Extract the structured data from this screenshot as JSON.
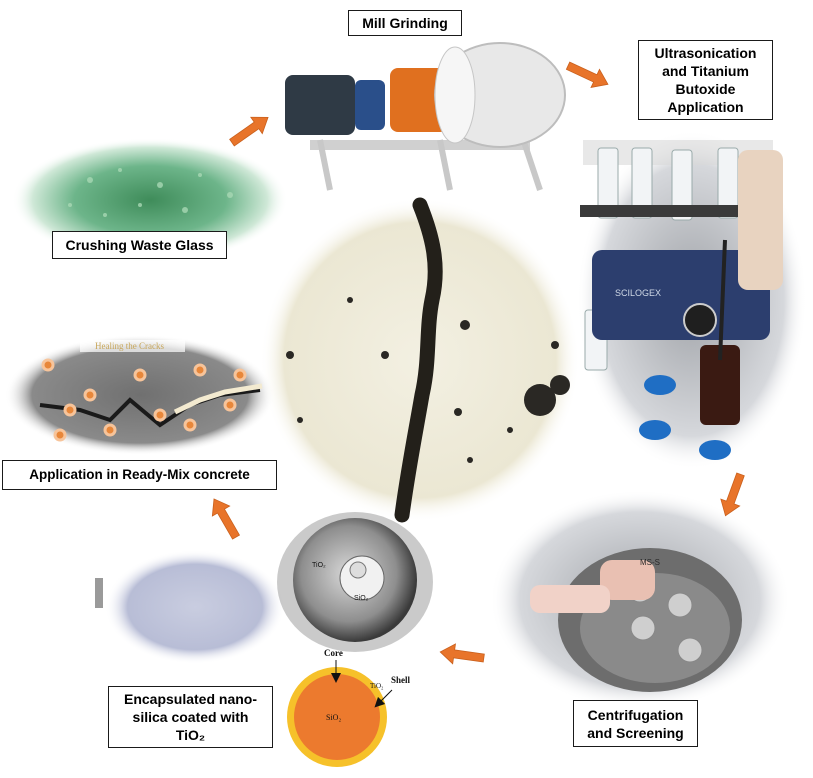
{
  "labels": {
    "mill_grinding": "Mill Grinding",
    "ultrasonication": "Ultrasonication\nand Titanium\nButoxide\nApplication",
    "crushing": "Crushing Waste Glass",
    "application": "Application in Ready-Mix concrete",
    "encapsulated": "Encapsulated nano-\nsilica coated with\nTiO₂",
    "centrifugation": "Centrifugation\nand Screening"
  },
  "diagram_text": {
    "core": "Core",
    "shell": "Shell",
    "tio2": "TiO₂",
    "sio2": "SiO₂",
    "sem_tio2": "TiO₂",
    "sem_sio2": "SiO₂",
    "healing": "Healing the Cracks",
    "centrifuge_brand": "SCILOGEX",
    "centrifuge_model": "MS-S"
  },
  "colors": {
    "arrow": "#e8742a",
    "core": "#ec7a2e",
    "shell": "#f6c12a",
    "glass": "#4c9a63",
    "concrete": "#6c6c6c"
  }
}
